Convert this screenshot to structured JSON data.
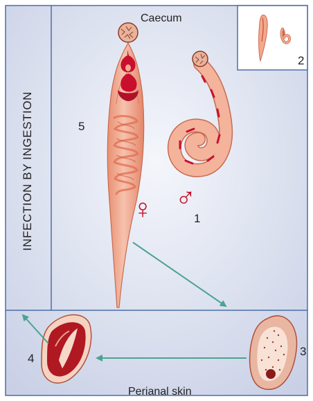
{
  "side_title": "INFECTION BY INGESTION",
  "labels": {
    "caecum": "Caecum",
    "perianal": "Perianal skin",
    "n1": "1",
    "n2": "2",
    "n3": "3",
    "n4": "4",
    "n5": "5"
  },
  "symbols": {
    "female": "♀",
    "male": "♂"
  },
  "colors": {
    "panel_bg": "#dfe4f2",
    "border": "#4a6fa5",
    "worm_fill": "#f2a98e",
    "worm_stroke": "#c8694f",
    "organ": "#c8102e",
    "symbol": "#c0112b",
    "arrow": "#4aa391",
    "egg_fill": "#f5d3c2",
    "egg_inner": "#8b1a1a"
  }
}
